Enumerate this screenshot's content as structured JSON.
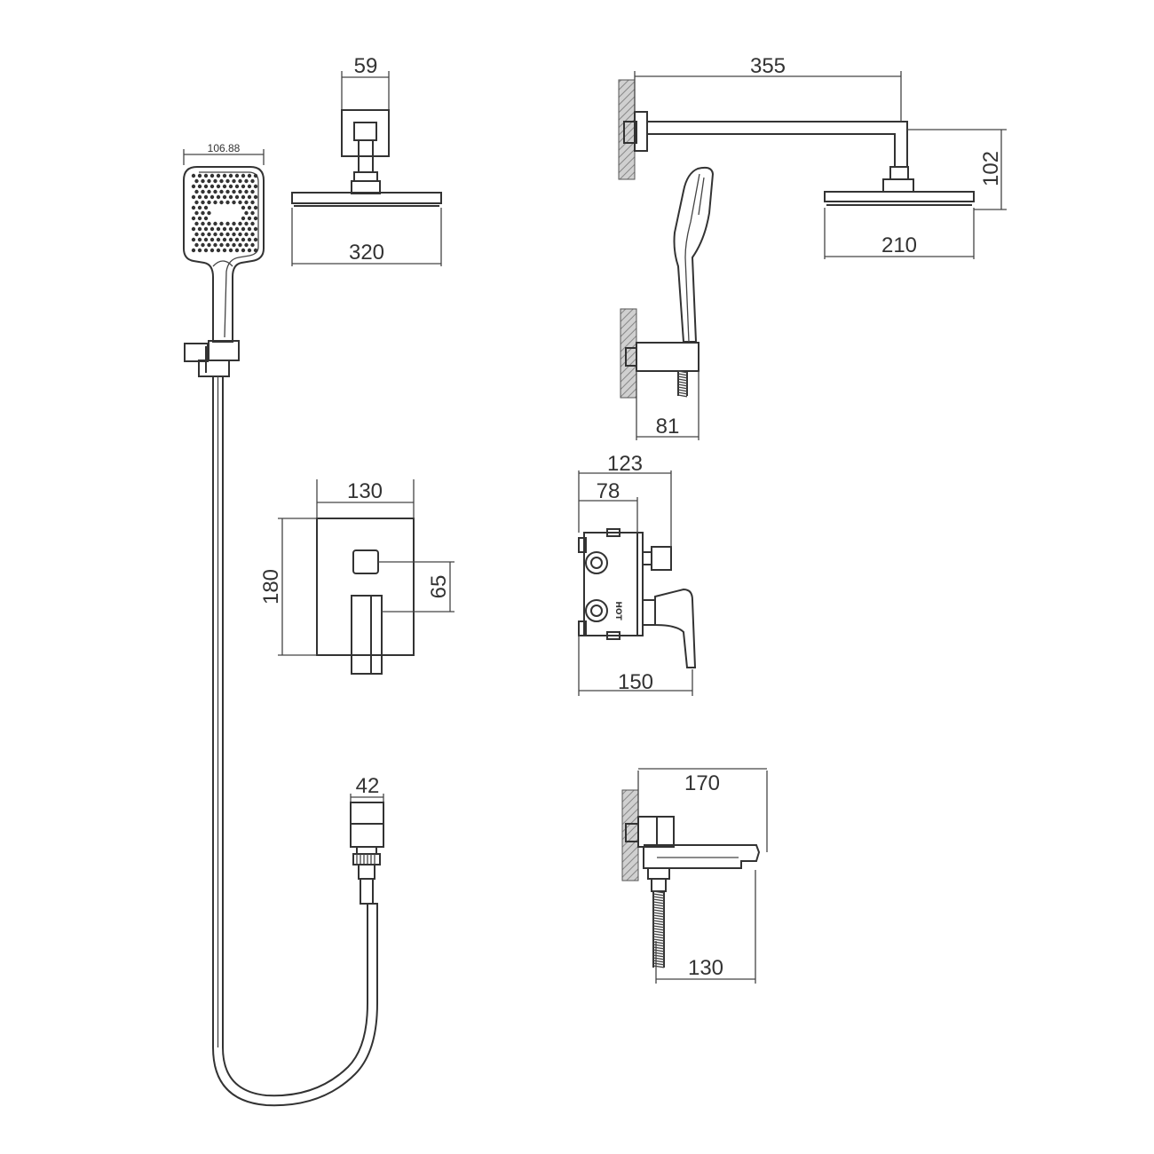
{
  "dimensions": {
    "handheld_width": "106.88",
    "ceiling_connector_width": "59",
    "rain_head_width": "320",
    "arm_length": "355",
    "head_drop": "102",
    "side_head_width": "210",
    "holder_depth": "81",
    "plate_width": "130",
    "plate_height": "180",
    "button_to_lever": "65",
    "valve_total_depth": "123",
    "valve_body_depth": "78",
    "valve_handle_depth": "150",
    "hose_connector_width": "42",
    "spout_length": "170",
    "spout_projection": "130"
  },
  "labels": {
    "hot_marking": "HOT"
  }
}
